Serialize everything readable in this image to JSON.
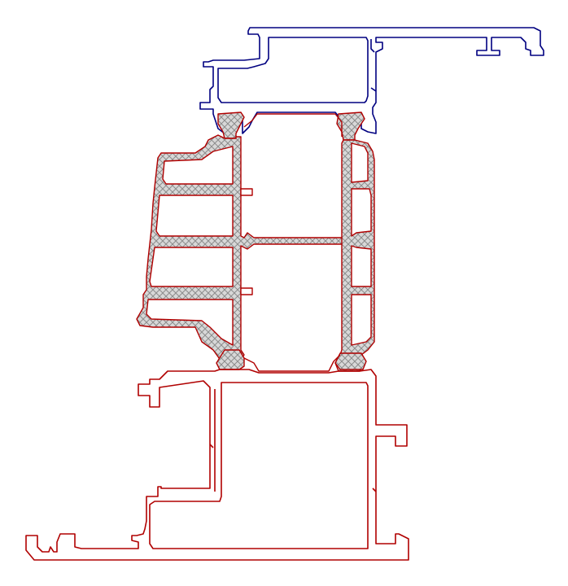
{
  "drawing": {
    "colors": {
      "background": "#ffffff",
      "sash_outline": "#000080",
      "frame_outline": "#b00000",
      "thermal_break_fill": "#d8d8d8",
      "thermal_break_hatch": "#8c8c8c"
    },
    "parts": [
      {
        "name": "glazing-bead-profile",
        "color_key": "sash_outline"
      },
      {
        "name": "upper-thermal-break-strips",
        "color_key": "frame_outline"
      },
      {
        "name": "insulated-chamber-profile",
        "color_key": "frame_outline"
      },
      {
        "name": "lower-frame-profile",
        "color_key": "frame_outline"
      }
    ]
  }
}
